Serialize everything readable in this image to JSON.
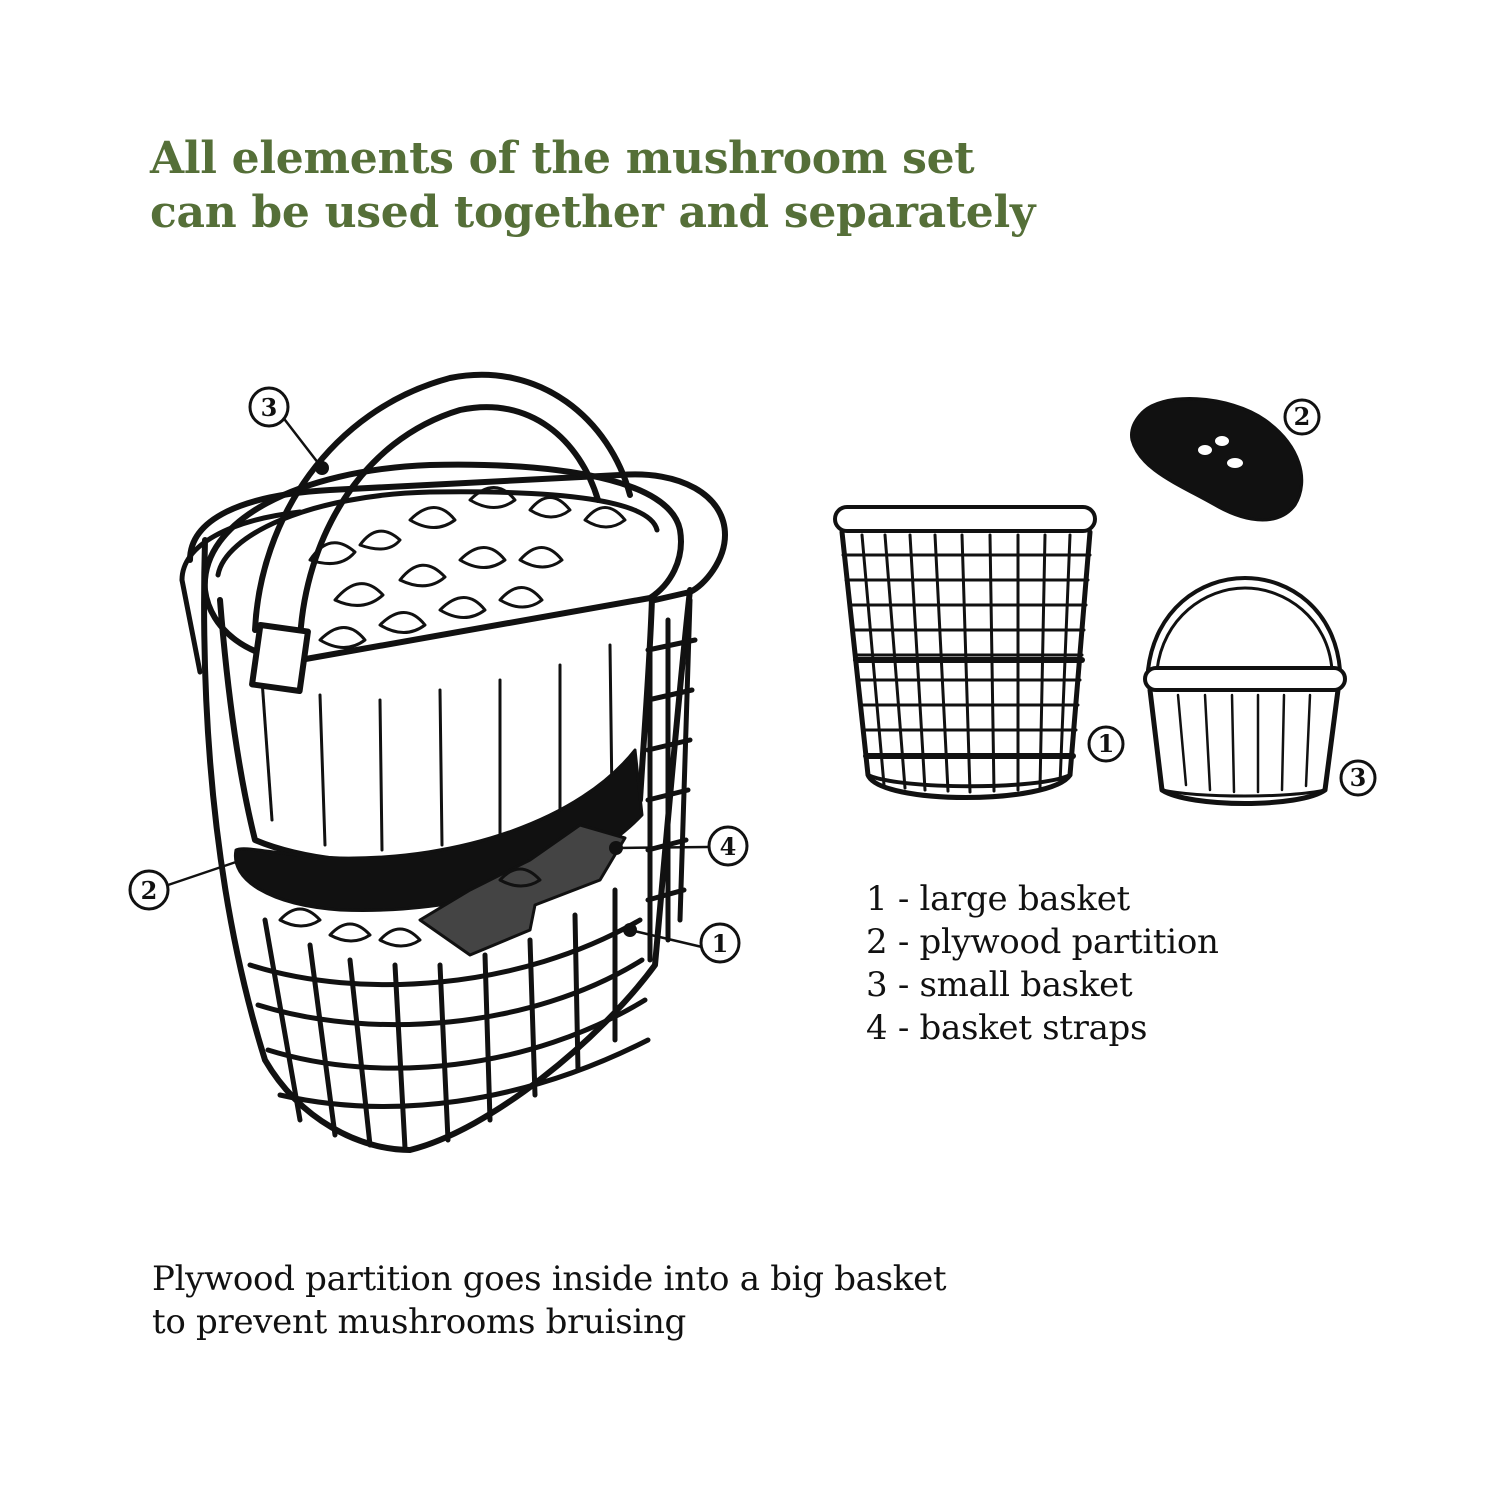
{
  "title": {
    "line1": "All elements of the mushroom set",
    "line2": "can be used together and separately"
  },
  "colors": {
    "title": "#556f38",
    "ink": "#111111"
  },
  "callouts": {
    "assembled": [
      "3",
      "2",
      "4",
      "1"
    ],
    "large_basket": "1",
    "partition": "2",
    "small_basket": "3"
  },
  "legend": [
    "1 - large basket",
    "2 - plywood partition",
    "3 - small basket",
    "4 - basket straps"
  ],
  "caption": {
    "line1": "Plywood partition goes inside into a big basket",
    "line2": "to prevent mushrooms bruising"
  }
}
